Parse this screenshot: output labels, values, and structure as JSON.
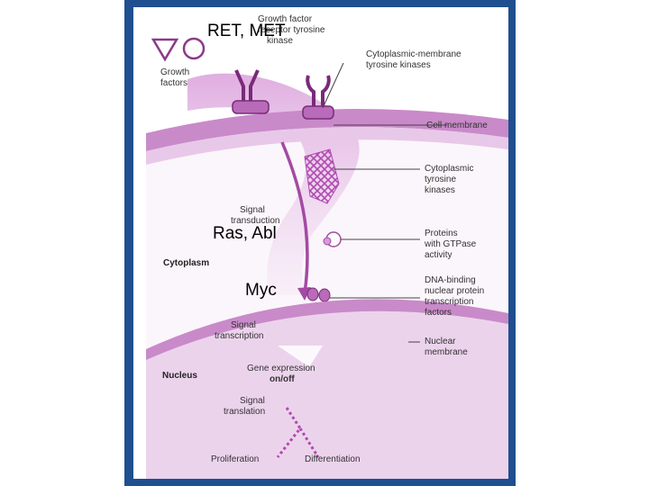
{
  "overlay": {
    "receptors": "RET, MET",
    "gtpase": "Ras, Abl",
    "transcription": "Myc"
  },
  "labels": {
    "receptor_kinase": [
      "Growth factor",
      "receptor tyrosine",
      "kinase"
    ],
    "growth_factors": [
      "Growth",
      "factors"
    ],
    "cyto_membrane_kinases": [
      "Cytoplasmic-membrane",
      "tyrosine kinases"
    ],
    "cell_membrane": "Cell membrane",
    "cyto_tyrosine_kinases": [
      "Cytoplasmic",
      "tyrosine",
      "kinases"
    ],
    "signal_transduction": [
      "Signal",
      "transduction"
    ],
    "gtpase_proteins": [
      "Proteins",
      "with GTPase",
      "activity"
    ],
    "cytoplasm": "Cytoplasm",
    "dna_binding": [
      "DNA-binding",
      "nuclear protein",
      "transcription",
      "factors"
    ],
    "signal_transcription": [
      "Signal",
      "transcription"
    ],
    "nuclear_membrane": [
      "Nuclear",
      "membrane"
    ],
    "nucleus": "Nucleus",
    "gene_expression": [
      "Gene expression",
      "on/off"
    ],
    "signal_translation": [
      "Signal",
      "translation"
    ],
    "proliferation": "Proliferation",
    "differentiation": "Differentiation"
  },
  "colors": {
    "frame": "#1f4f8f",
    "membrane": "#c98ac9",
    "cytoplasm_light": "#f7eef7",
    "nucleus": "#ecd3ec",
    "pathway_arrow": "#a34aa3",
    "receptor": "#7a2a7a"
  },
  "icons": [
    "triangle-icon",
    "circle-icon",
    "receptor-icon",
    "protein-dot-icon",
    "crosshatch-kinase-icon"
  ]
}
